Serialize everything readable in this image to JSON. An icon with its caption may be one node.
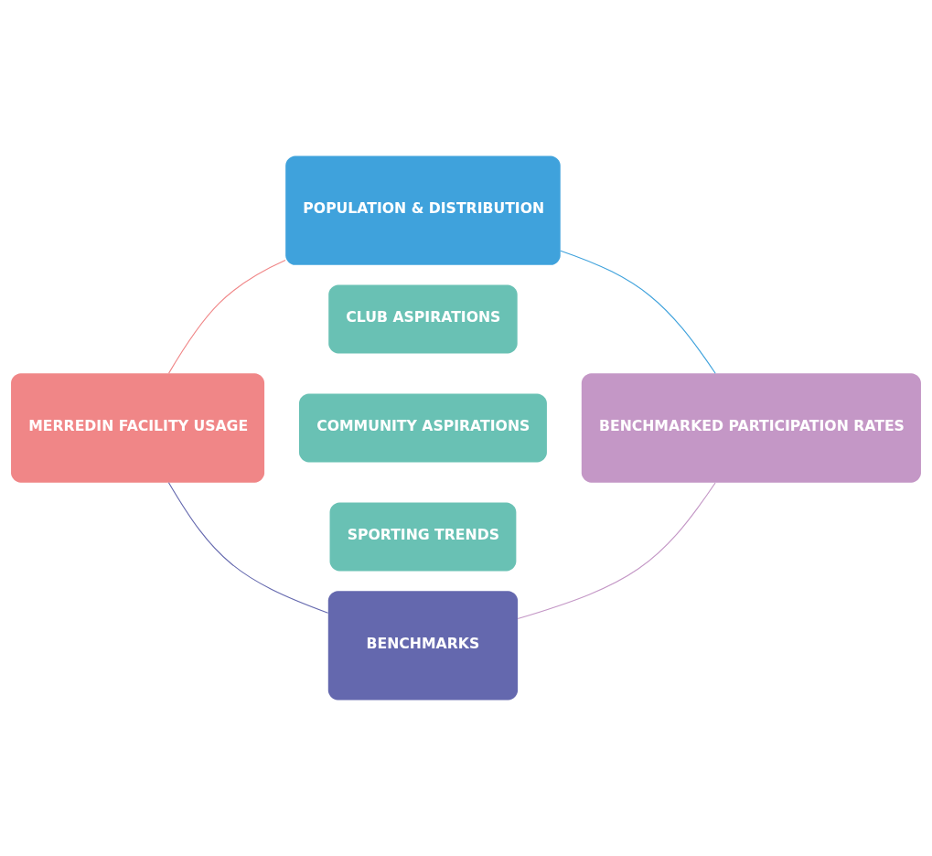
{
  "diagram": {
    "nodes": [
      {
        "text": [
          "POPULATION & DISTRIBUTION"
        ]
      },
      {
        "text": [
          "BENCHMARKED PARTICIPATION RATES"
        ]
      },
      {
        "text": [
          "BENCHMARKS"
        ]
      },
      {
        "text": [
          "MERREDIN FACILITY USAGE"
        ]
      },
      {
        "text": [
          "CLUB ASPIRATIONS"
        ]
      },
      {
        "text": [
          "COMMUNITY ASPIRATIONS"
        ]
      },
      {
        "text": [
          "SPORTING TRENDS"
        ]
      }
    ],
    "edges": [
      {
        "from": 0,
        "to": 1,
        "arrow": "none",
        "color": "#3fa2dc"
      },
      {
        "from": 1,
        "to": 2,
        "arrow": "none",
        "color": "#c497c6"
      },
      {
        "from": 2,
        "to": 3,
        "arrow": "none",
        "color": "#6468ae"
      },
      {
        "from": 3,
        "to": 0,
        "arrow": "none",
        "color": "#f08687"
      }
    ]
  }
}
